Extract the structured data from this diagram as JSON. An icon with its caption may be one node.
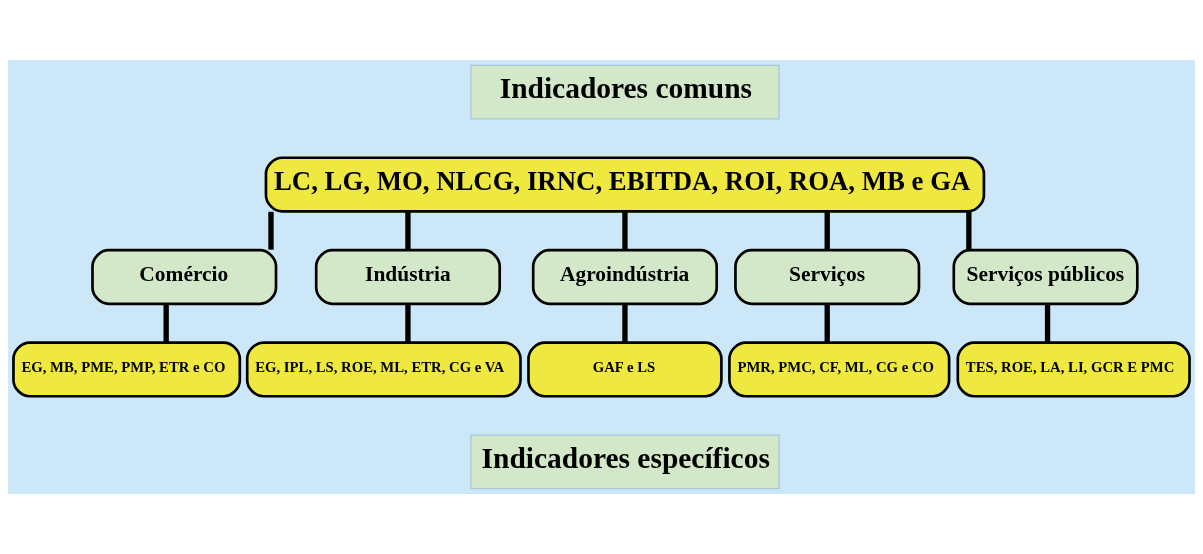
{
  "diagram": {
    "nodes": [
      {
        "text": [
          "Indicadores comuns"
        ]
      },
      {
        "text": [
          "LC, LG, MO, NLCG, IRNC, EBITDA, ROI, ROA, MB e GA"
        ]
      },
      {
        "text": [
          "Comércio"
        ]
      },
      {
        "text": [
          "Indústria"
        ]
      },
      {
        "text": [
          "Agroindústria"
        ]
      },
      {
        "text": [
          "Serviços"
        ]
      },
      {
        "text": [
          "Serviços públicos"
        ]
      },
      {
        "text": [
          "EG, MB, PME, PMP, ETR e CO"
        ]
      },
      {
        "text": [
          "EG, IPL, LS, ROE, ML, ETR, CG e VA"
        ]
      },
      {
        "text": [
          "GAF e LS"
        ]
      },
      {
        "text": [
          "PMR, PMC, CF, ML, CG e CO"
        ]
      },
      {
        "text": [
          "TES, ROE, LA, LI, GCR E PMC"
        ]
      },
      {
        "text": [
          "Indicadores específicos"
        ]
      }
    ],
    "edges": [
      {
        "from": 1,
        "to": 2,
        "arrow": "none"
      },
      {
        "from": 1,
        "to": 3,
        "arrow": "none"
      },
      {
        "from": 1,
        "to": 4,
        "arrow": "none"
      },
      {
        "from": 1,
        "to": 5,
        "arrow": "none"
      },
      {
        "from": 1,
        "to": 6,
        "arrow": "none"
      },
      {
        "from": 2,
        "to": 7,
        "arrow": "none"
      },
      {
        "from": 3,
        "to": 8,
        "arrow": "none"
      },
      {
        "from": 4,
        "to": 9,
        "arrow": "none"
      },
      {
        "from": 5,
        "to": 10,
        "arrow": "none"
      },
      {
        "from": 6,
        "to": 11,
        "arrow": "none"
      }
    ]
  }
}
